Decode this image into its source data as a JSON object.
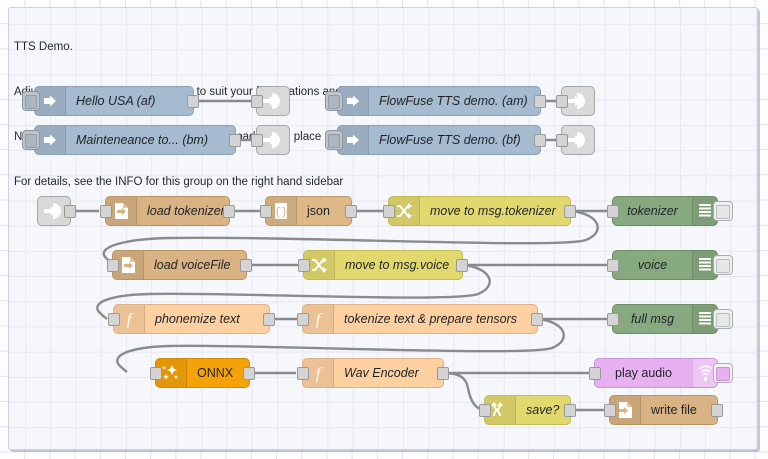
{
  "app": "node-red-flow-editor",
  "group": {
    "comment_lines": [
      "TTS Demo.",
      "Adjust the ENV VARs on this group to suit your file locations and model selection",
      "NOTE: This demo requires files to be downloaded and place correctly on your filesystem",
      "For details, see the INFO for this group on the right hand sidebar"
    ]
  },
  "colors": {
    "inject": "#a6bbcf",
    "link": "#d9d9d9",
    "file": "#d9b383",
    "json": "#deb887",
    "change": "#e2d96e",
    "switch": "#e2d96e",
    "debug": "#87a980",
    "function": "#fdd0a2",
    "onnx": "#f5a208",
    "audio": "#e7b0f1",
    "wire": "#888c8f",
    "group_bg": "#f6f7fb",
    "group_border": "#b8bcd0"
  },
  "nodes": {
    "inject_hello_usa": {
      "label": "Hello USA (af)",
      "icon": "inject-arrow-icon",
      "type": "inject"
    },
    "inject_maintenance": {
      "label": "Mainteneance to... (bm)",
      "icon": "inject-arrow-icon",
      "type": "inject"
    },
    "inject_tts_am": {
      "label": "FlowFuse TTS demo. (am)",
      "icon": "inject-arrow-icon",
      "type": "inject"
    },
    "inject_tts_bf": {
      "label": "FlowFuse TTS demo. (bf)",
      "icon": "inject-arrow-icon",
      "type": "inject"
    },
    "link_out_1": {
      "label": "",
      "icon": "link-out-icon",
      "type": "link-out"
    },
    "link_out_2": {
      "label": "",
      "icon": "link-out-icon",
      "type": "link-out"
    },
    "link_out_3": {
      "label": "",
      "icon": "link-out-icon",
      "type": "link-out"
    },
    "link_out_4": {
      "label": "",
      "icon": "link-out-icon",
      "type": "link-out"
    },
    "link_in_1": {
      "label": "",
      "icon": "link-in-icon",
      "type": "link-in"
    },
    "load_tokenizer": {
      "label": "load tokenizer",
      "icon": "file-in-icon",
      "type": "file-in"
    },
    "json": {
      "label": "json",
      "icon": "json-braces-icon",
      "type": "json"
    },
    "move_tokenizer": {
      "label": "move to msg.tokenizer",
      "icon": "change-shuffle-icon",
      "type": "change"
    },
    "debug_tokenizer": {
      "label": "tokenizer",
      "icon": "debug-bars-icon",
      "type": "debug"
    },
    "load_voicefile": {
      "label": "load voiceFile",
      "icon": "file-in-icon",
      "type": "file-in"
    },
    "move_voice": {
      "label": "move to msg.voice",
      "icon": "change-shuffle-icon",
      "type": "change"
    },
    "debug_voice": {
      "label": "voice",
      "icon": "debug-bars-icon",
      "type": "debug"
    },
    "phonemize_text": {
      "label": "phonemize text",
      "icon": "function-f-icon",
      "type": "function"
    },
    "tokenize_tensors": {
      "label": "tokenize text & prepare tensors",
      "icon": "function-f-icon",
      "type": "function"
    },
    "debug_full_msg": {
      "label": "full msg",
      "icon": "debug-bars-icon",
      "type": "debug"
    },
    "onnx": {
      "label": "ONNX",
      "icon": "onnx-sparkle-icon",
      "type": "onnx"
    },
    "wav_encoder": {
      "label": "Wav Encoder",
      "icon": "function-f-icon",
      "type": "function"
    },
    "play_audio": {
      "label": "play audio",
      "icon": "speaker-waves-icon",
      "type": "audio-out"
    },
    "save_switch": {
      "label": "save?",
      "icon": "switch-branch-icon",
      "type": "switch"
    },
    "write_file": {
      "label": "write file",
      "icon": "file-out-icon",
      "type": "file-out"
    }
  }
}
